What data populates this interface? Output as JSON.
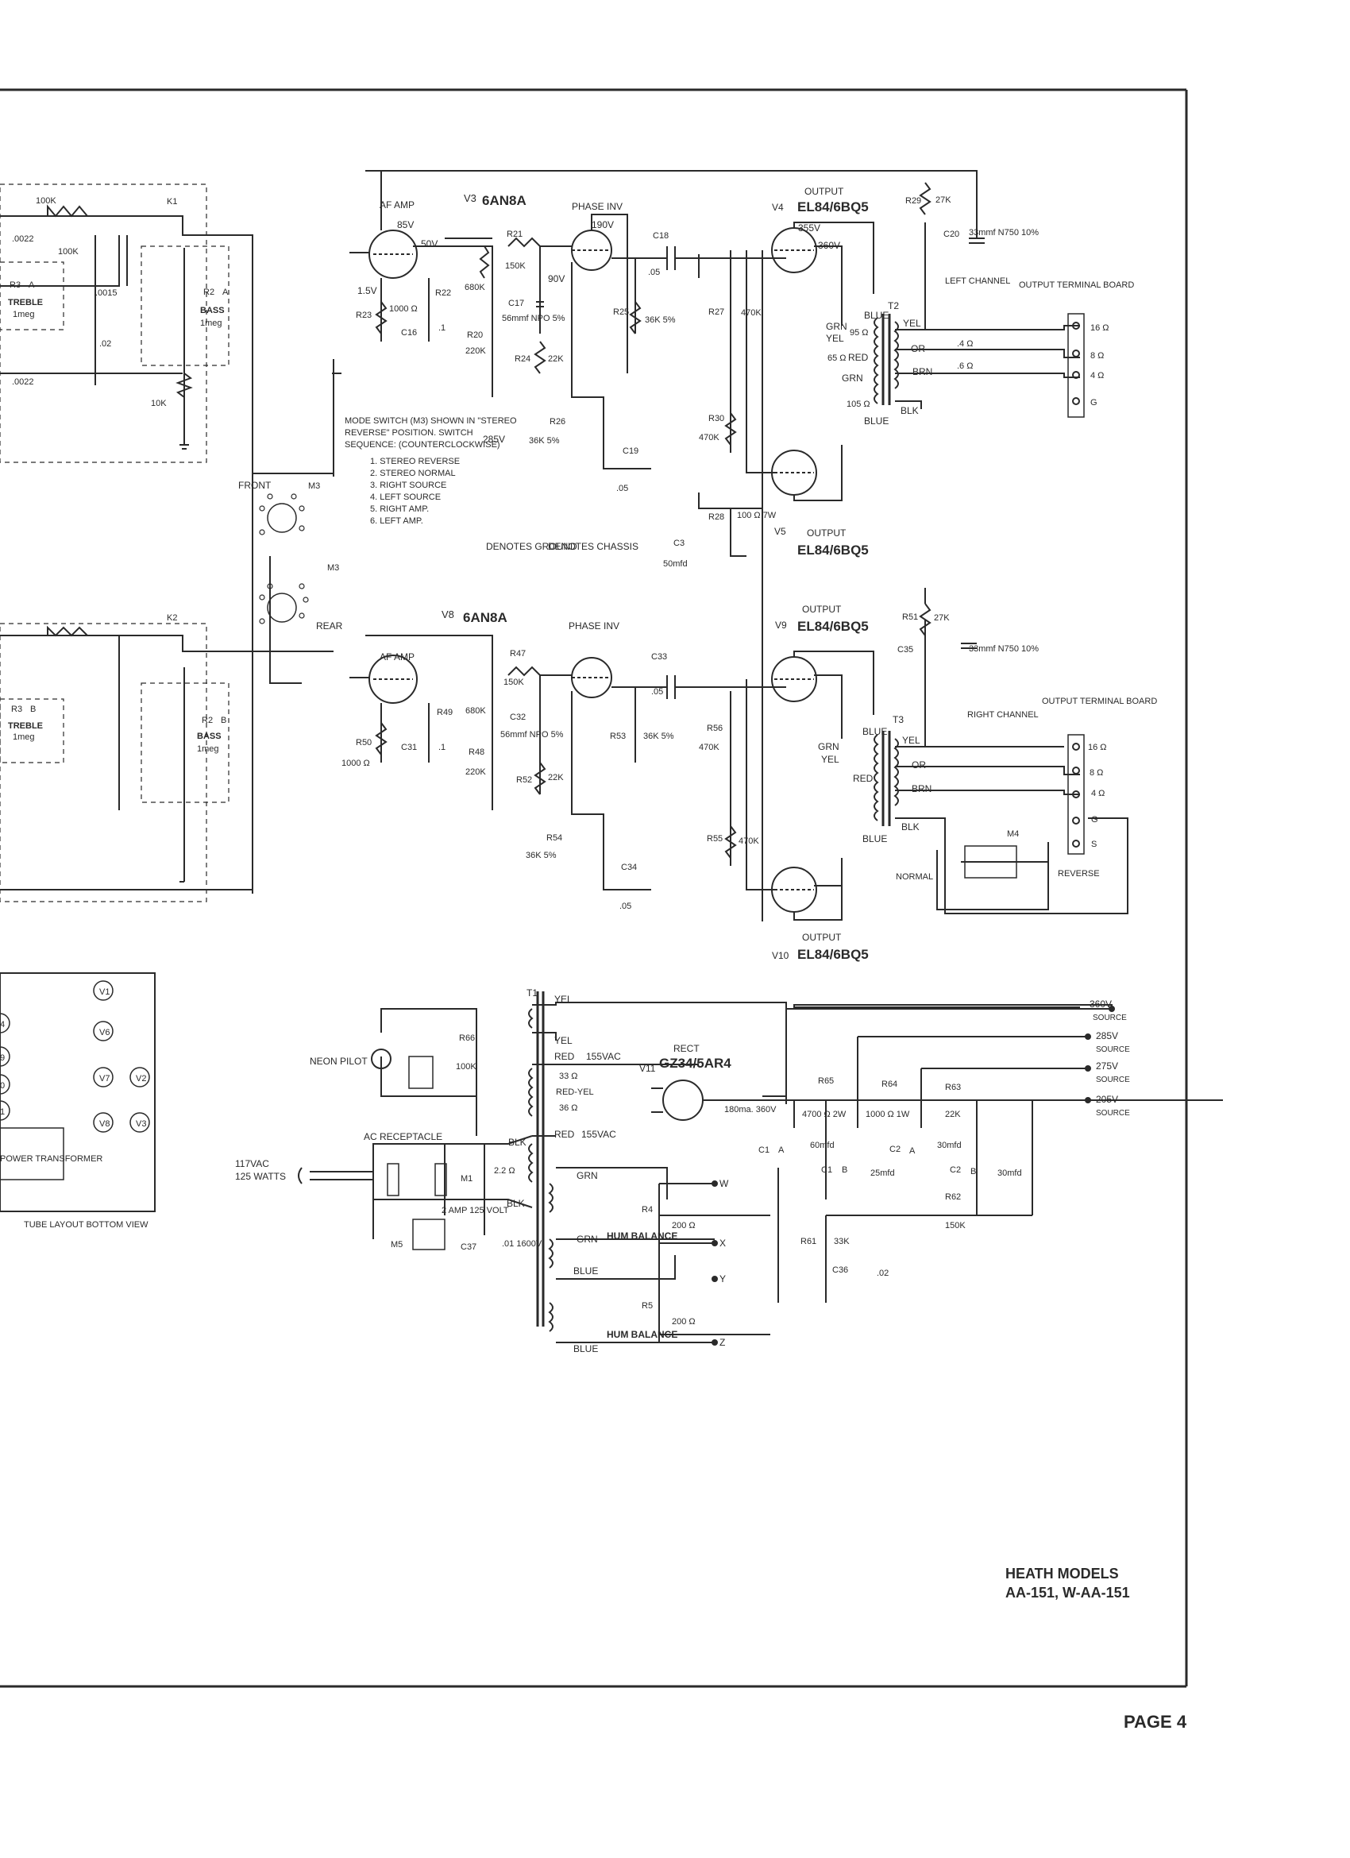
{
  "header": {
    "models_line1": "HEATH MODELS",
    "models_line2": "AA-151, W-AA-151",
    "page": "PAGE 4"
  },
  "left_channel": {
    "v3": "V3",
    "tube": "6AN8A",
    "af_amp": "AF AMP",
    "phase_inv": "PHASE INV",
    "output_label": "OUTPUT",
    "v4": "V4",
    "output_tube": "EL84/6BQ5",
    "v5": "V5",
    "output_tube2": "EL84/6BQ5",
    "output2_label": "OUTPUT",
    "t2": "T2",
    "title": "LEFT CHANNEL",
    "terminal_board": "OUTPUT TERMINAL BOARD",
    "r21": "R21",
    "r21_val": "150K",
    "r22": "R22",
    "r22_val": "680K",
    "r23": "R23",
    "r23_val": "1000 Ω",
    "r20": "R20",
    "r20_val": "220K",
    "c16": "C16",
    "c16_val": ".1",
    "c17": "C17",
    "c17_val": "56mmf NPO 5%",
    "r24": "R24",
    "r24_val": "22K",
    "c18": "C18",
    "c18_val": ".05",
    "r25": "R25",
    "r25_val": "36K 5%",
    "r26": "R26",
    "r26_val": "36K 5%",
    "r27": "R27",
    "r27_val": "470K",
    "r30": "R30",
    "r30_val": "470K",
    "c19": "C19",
    "c19_val": ".05",
    "r28": "R28",
    "r28_val": "100 Ω 7W",
    "c3": "C3",
    "c3_val": "50mfd",
    "r29": "R29",
    "r29_val": "27K",
    "c20": "C20",
    "c20_val": "33mmf N750 10%",
    "v_85": "85V",
    "v_50": "50V",
    "v_190": "190V",
    "v_90": "90V",
    "v_15": "1.5V",
    "v_285": "285V",
    "v_355": "355V",
    "v_360": "360V",
    "k1": "K1",
    "r3": "R3",
    "r3_sub": "A",
    "treble": "TREBLE",
    "treble_val": "1meg",
    "r2": "R2",
    "r2_sub": "A",
    "bass": "BASS",
    "bass_val": "1meg",
    "r_100k": "100K",
    "r_100k2": "100K",
    "c_0022": ".0022",
    "c_0015": ".0015",
    "c_02": ".02",
    "r_10k": "10K",
    "c_0022b": ".0022"
  },
  "right_channel": {
    "v8": "V8",
    "tube": "6AN8A",
    "af_amp": "AF AMP",
    "phase_inv": "PHASE INV",
    "output_label": "OUTPUT",
    "v9": "V9",
    "output_tube": "EL84/6BQ5",
    "v10": "V10",
    "output_tube2": "EL84/6BQ5",
    "output2_label": "OUTPUT",
    "t3": "T3",
    "title": "RIGHT CHANNEL",
    "terminal_board": "OUTPUT TERMINAL BOARD",
    "r47": "R47",
    "r47_val": "150K",
    "r49": "R49",
    "r49_val": "680K",
    "r50": "R50",
    "r50_val": "1000 Ω",
    "r48": "R48",
    "r48_val": "220K",
    "c31": "C31",
    "c31_val": ".1",
    "c32": "C32",
    "c32_val": "56mmf NPO 5%",
    "r52": "R52",
    "r52_val": "22K",
    "c33": "C33",
    "c33_val": ".05",
    "r53": "R53",
    "r53_val": "36K 5%",
    "r54": "R54",
    "r54_val": "36K 5%",
    "r56": "R56",
    "r56_val": "470K",
    "r55": "R55",
    "r55_val": "470K",
    "c34": "C34",
    "c34_val": ".05",
    "r51": "R51",
    "r51_val": "27K",
    "c35": "C35",
    "c35_val": "33mmf N750 10%",
    "m4": "M4",
    "normal": "NORMAL",
    "reverse": "REVERSE",
    "k2": "K2",
    "r3": "R3",
    "r3_sub": "B",
    "treble": "TREBLE",
    "treble_val": "1meg",
    "r2": "R2",
    "r2_sub": "B",
    "bass": "BASS",
    "bass_val": "1meg"
  },
  "mode_switch": {
    "front": "FRONT",
    "rear": "REAR",
    "m3": "M3",
    "note_lines": [
      "MODE SWITCH (M3) SHOWN IN \"STEREO",
      "REVERSE\" POSITION. SWITCH",
      "SEQUENCE: (COUNTERCLOCKWISE)",
      "1. STEREO REVERSE",
      "2. STEREO NORMAL",
      "3. RIGHT SOURCE",
      "4. LEFT SOURCE",
      "5. RIGHT AMP.",
      "6. LEFT AMP."
    ],
    "denotes_ground": "DENOTES GROUND",
    "denotes_chassis": "DENOTES CHASSIS"
  },
  "transformer_taps": {
    "grn": "GRN",
    "yel": "YEL",
    "red": "RED",
    "blue": "BLUE",
    "blk": "BLK",
    "or": "OR",
    "brn": "BRN",
    "o95": "95 Ω",
    "o65": "65 Ω",
    "o105": "105 Ω",
    "t16": "16 Ω",
    "t8": "8 Ω",
    "t4": "4 Ω",
    "tg": "G",
    "ts": "S",
    "s4": ".4 Ω",
    "s6": ".6 Ω"
  },
  "tube_layout": {
    "caption": "TUBE LAYOUT BOTTOM VIEW",
    "power_transformer": "POWER TRANSFORMER",
    "tubes": [
      "V1",
      "V6",
      "V7",
      "V2",
      "V8",
      "V3"
    ],
    "left_edge": [
      "4",
      "9",
      "0",
      "1"
    ]
  },
  "power_supply": {
    "t1": "T1",
    "neon_pilot": "NEON PILOT",
    "r66": "R66",
    "r66_val": "100K",
    "ac_receptacle": "AC RECEPTACLE",
    "mains": "117VAC",
    "watts": "125 WATTS",
    "m1": "M1",
    "m5": "M5",
    "fuse": "2 AMP 125 VOLT",
    "c37": "C37",
    "c37_val": ".01 1600V",
    "v11": "V11",
    "rect": "RECT",
    "rect_tube": "GZ34/5AR4",
    "vac_155": "155VAC",
    "vac_155b": "155VAC",
    "o33": "33 Ω",
    "o36": "36 Ω",
    "red_yel": "RED-YEL",
    "o22": "2.2 Ω",
    "ma180": "180ma. 360V",
    "r65": "R65",
    "r65_val": "4700 Ω 2W",
    "r64": "R64",
    "r64_val": "1000 Ω 1W",
    "r63": "R63",
    "r63_val": "22K",
    "r62": "R62",
    "r62_val": "150K",
    "r61": "R61",
    "r61_val": "33K",
    "c36": "C36",
    "c36_val": ".02",
    "c1": "C1",
    "c1a": "A",
    "c1a_val": "60mfd",
    "c1b": "B",
    "c1b_val": "25mfd",
    "c2": "C2",
    "c2a": "A",
    "c2a_val": "30mfd",
    "c2b": "B",
    "c2b_val": "30mfd",
    "r4": "R4",
    "r4_val": "200 Ω",
    "hum": "HUM BALANCE",
    "r5": "R5",
    "r5_val": "200 Ω",
    "hum2": "HUM BALANCE",
    "w": "W",
    "x": "X",
    "y": "Y",
    "z": "Z",
    "rails": [
      {
        "v": "360V",
        "s": "SOURCE"
      },
      {
        "v": "285V",
        "s": "SOURCE"
      },
      {
        "v": "275V",
        "s": "SOURCE"
      },
      {
        "v": "205V",
        "s": "SOURCE"
      }
    ]
  },
  "colors": {
    "ink": "#2a2a2a",
    "paper": "#ffffff",
    "frame": "#1a1a1a"
  }
}
